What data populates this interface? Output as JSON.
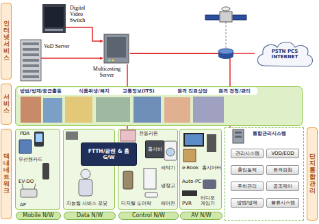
{
  "diagram": {
    "nodes": [
      {
        "text": [
          "인터넷서비스"
        ]
      },
      {
        "text": [
          "Digital Video Switch"
        ]
      },
      {
        "text": [
          "VoD Server"
        ]
      },
      {
        "text": [
          "Multicasting Server"
        ]
      },
      {
        "text": [
          "PSTN PCS INTERNET"
        ]
      },
      {
        "text": [
          "서비스"
        ]
      },
      {
        "text": [
          "방범/방재/응급출동",
          "식품위생/복지",
          "교통정보(ITS)",
          "원격 진료상담",
          "원격 경청/관리"
        ]
      },
      {
        "text": [
          "댁내네트워크"
        ]
      },
      {
        "text": [
          "Mobile N/W",
          "PDA",
          "무선랜카드",
          "EV-DO",
          "AP"
        ]
      },
      {
        "text": [
          "Data N/W",
          "지능형 서비스 로봇"
        ]
      },
      {
        "text": [
          "Control N/W",
          "전동커튼",
          "세탁기",
          "디지털 도어락",
          "냉장고",
          "에어컨"
        ]
      },
      {
        "text": [
          "FTTH/광랜 & 홈 G/W"
        ]
      },
      {
        "text": [
          "홈서버"
        ]
      },
      {
        "text": [
          "AV N/W",
          "e-Book",
          "홈시어터",
          "Auto-PC",
          "PVR",
          "비디오 게임기"
        ]
      },
      {
        "text": [
          "통합관리시스템"
        ]
      },
      {
        "text": [
          "관리시스템"
        ],
        "in": 14
      },
      {
        "text": [
          "VOD/EOD"
        ],
        "in": 14
      },
      {
        "text": [
          "출입통제"
        ],
        "in": 14
      },
      {
        "text": [
          "원격검침"
        ],
        "in": 14
      },
      {
        "text": [
          "주차관리"
        ],
        "in": 14
      },
      {
        "text": [
          "공조제어"
        ],
        "in": 14
      },
      {
        "text": [
          "방범/방재"
        ],
        "in": 14
      },
      {
        "text": [
          "물류시스템"
        ],
        "in": 14
      },
      {
        "text": [
          "단지통합관리"
        ]
      }
    ],
    "edges": [
      {
        "from": 1,
        "to": 3,
        "arrow": "to"
      },
      {
        "from": 2,
        "to": 3,
        "arrow": "to"
      },
      {
        "from": 3,
        "to": 4,
        "arrow": "none"
      },
      {
        "from": 3,
        "to": 14,
        "arrow": "none"
      },
      {
        "from": 3,
        "to": 11,
        "arrow": "to"
      },
      {
        "from": 11,
        "to": 12,
        "arrow": "both"
      }
    ]
  }
}
